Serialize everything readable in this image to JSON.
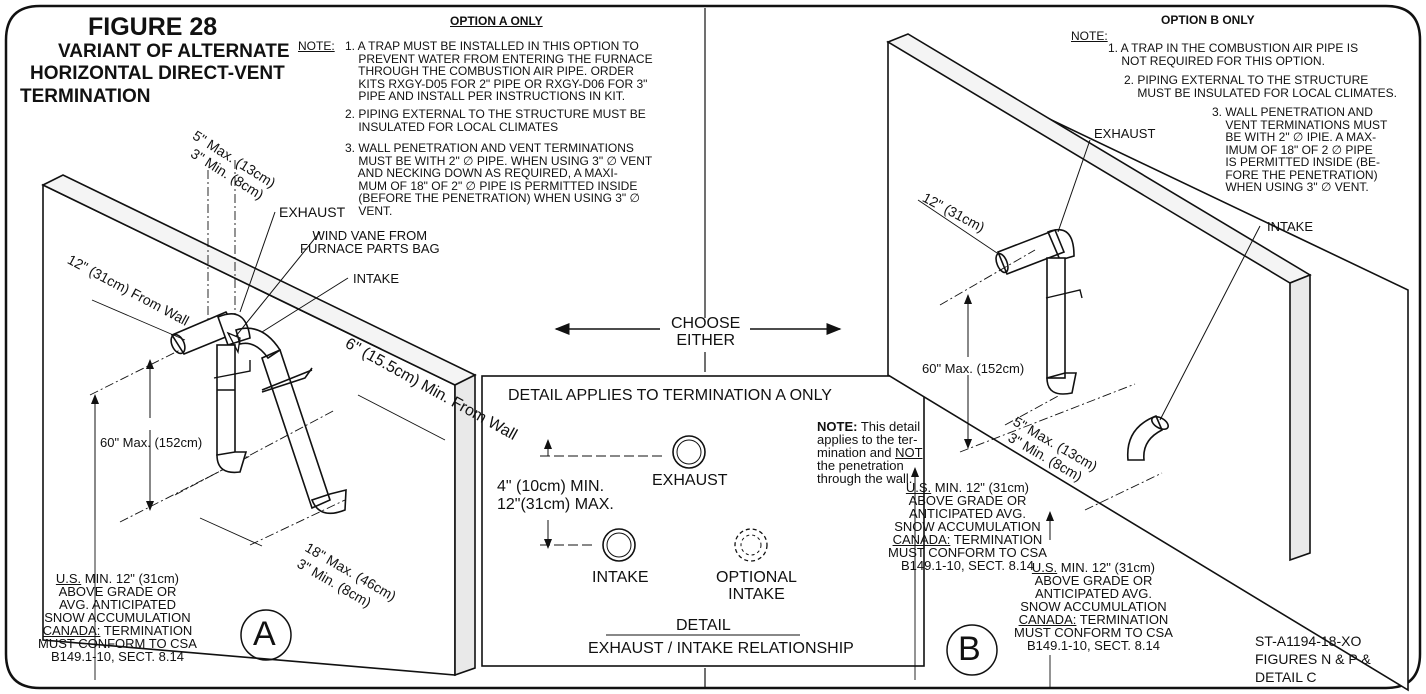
{
  "figure": {
    "title": "FIGURE 28",
    "subtitle_1": "VARIANT OF ALTERNATE",
    "subtitle_2": "HORIZONTAL DIRECT-VENT",
    "subtitle_3": "TERMINATION"
  },
  "option_a": {
    "heading": "OPTION A ONLY",
    "note_label": "NOTE:",
    "note_1": "1. A TRAP MUST BE INSTALLED IN THIS OPTION TO\n    PREVENT WATER FROM ENTERING THE FURNACE\n    THROUGH THE COMBUSTION AIR PIPE. ORDER\n    KITS RXGY-D05 FOR 2\" PIPE OR RXGY-D06 FOR 3\"\n    PIPE AND INSTALL PER INSTRUCTIONS IN KIT.",
    "note_2": "2. PIPING EXTERNAL TO THE STRUCTURE MUST BE\n    INSULATED FOR LOCAL CLIMATES",
    "note_3": "3. WALL PENETRATION AND VENT TERMINATIONS\n    MUST BE WITH 2\" ∅ PIPE. WHEN USING 3\" ∅ VENT\n    AND NECKING DOWN AS REQUIRED, A MAXI-\n    MUM OF 18\" OF 2\" ∅ PIPE IS PERMITTED INSIDE\n    (BEFORE THE PENETRATION) WHEN USING 3\" ∅\n    VENT.",
    "dim_top_1": "5\" Max. (13cm)",
    "dim_top_2": "3\" Min. (8cm)",
    "exhaust": "EXHAUST",
    "wind_vane": "WIND VANE FROM\nFURNACE PARTS BAG",
    "intake": "INTAKE",
    "dim_wall": "12\" (31cm) From Wall",
    "dim_intake_wall": "6\" (15.5cm) Min. From Wall",
    "dim_vertical": "60\" Max. (152cm)",
    "dim_bottom_1": "18\" Max. (46cm)",
    "dim_bottom_2": "3\" Min. (8cm)",
    "grade_us_label": "U.S.",
    "grade_text": " MIN. 12\" (31cm)\nABOVE GRADE OR\nAVG. ANTICIPATED\nSNOW ACCUMULATION",
    "canada_label": "CANADA:",
    "canada_text": " TERMINATION\nMUST CONFORM TO CSA\nB149.1-10, SECT. 8.14",
    "badge": "A"
  },
  "choose": "CHOOSE\nEITHER",
  "detail": {
    "heading": "DETAIL APPLIES TO TERMINATION A ONLY",
    "note_label": "NOTE:",
    "note_text": " This detail\napplies to the ter-\nmination and ",
    "note_not": "NOT",
    "note_tail": "\nthe penetration\nthrough the wall.",
    "dim_1": "4\" (10cm) MIN.",
    "dim_2": "12\"(31cm) MAX.",
    "exhaust": "EXHAUST",
    "intake": "INTAKE",
    "optional_intake": "OPTIONAL\nINTAKE",
    "footer_1": "DETAIL",
    "footer_2": "EXHAUST / INTAKE RELATIONSHIP"
  },
  "option_b": {
    "heading": "OPTION B ONLY",
    "note_label": "NOTE:",
    "note_1": "1. A TRAP IN THE COMBUSTION AIR PIPE IS\n    NOT REQUIRED FOR THIS OPTION.",
    "note_2": "2. PIPING EXTERNAL TO THE STRUCTURE\n    MUST BE INSULATED FOR LOCAL CLIMATES.",
    "note_3": "3. WALL PENETRATION AND\n    VENT TERMINATIONS MUST\n    BE WITH 2\" ∅ IPIE. A MAX-\n    IMUM OF 18\" OF 2 ∅ PIPE\n    IS PERMITTED INSIDE (BE-\n    FORE THE PENETRATION)\n    WHEN USING 3\" ∅ VENT.",
    "exhaust": "EXHAUST",
    "intake": "INTAKE",
    "dim_wall": "12\" (31cm)",
    "dim_vertical": "60\" Max. (152cm)",
    "dim_sep_1": "5\" Max. (13cm)",
    "dim_sep_2": "3\" Min. (8cm)",
    "grade1_us_label": "U.S.",
    "grade1_text": " MIN. 12\" (31cm)\nABOVE GRADE OR\nANTICIPATED AVG.\nSNOW ACCUMULATION",
    "grade1_canada_label": "CANADA:",
    "grade1_canada_text": " TERMINATION\nMUST CONFORM TO CSA\nB149.1-10, SECT. 8.14",
    "grade2_us_label": "U.S.",
    "grade2_text": " MIN. 12\" (31cm)\nABOVE GRADE OR\nANTICIPATED AVG.\nSNOW ACCUMULATION",
    "grade2_canada_label": "CANADA:",
    "grade2_canada_text": " TERMINATION\nMUST CONFORM TO CSA\nB149.1-10, SECT. 8.14",
    "badge": "B",
    "ref": "ST-A1194-18-XO\nFIGURES N & P &\nDETAIL C"
  }
}
